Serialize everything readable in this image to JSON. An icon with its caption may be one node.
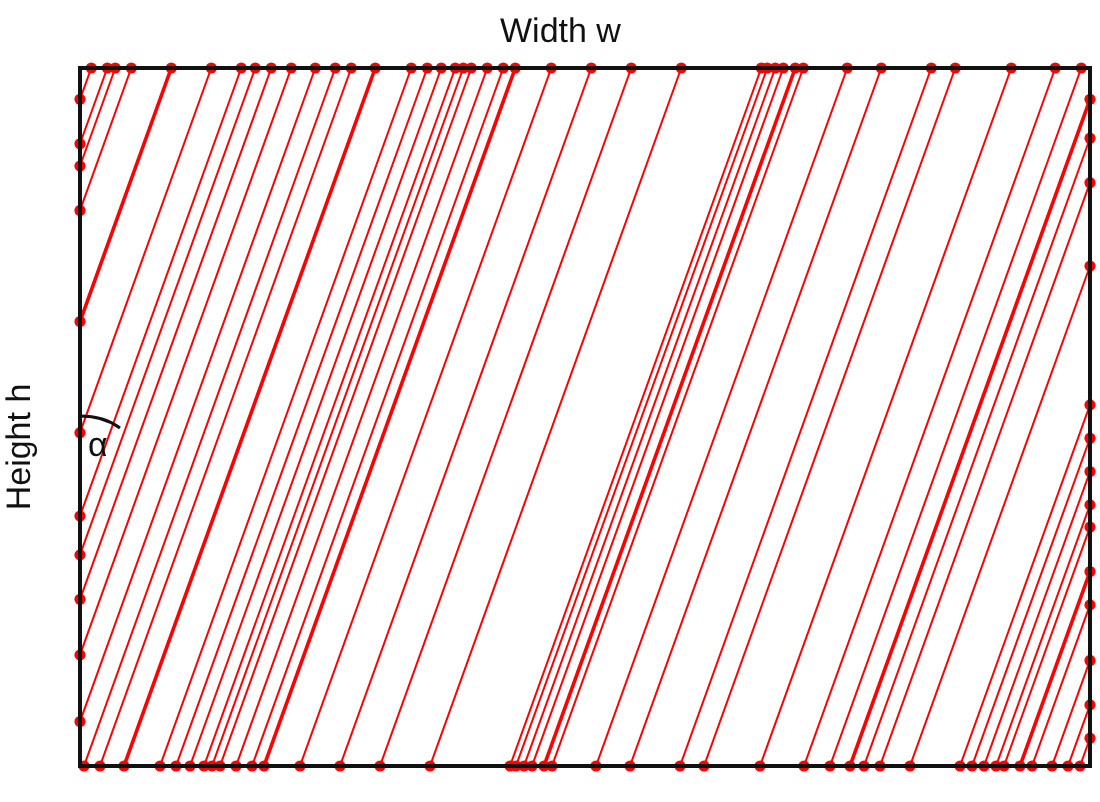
{
  "diagram": {
    "labels": [
      "Width w",
      "Height h",
      "α"
    ]
  }
}
